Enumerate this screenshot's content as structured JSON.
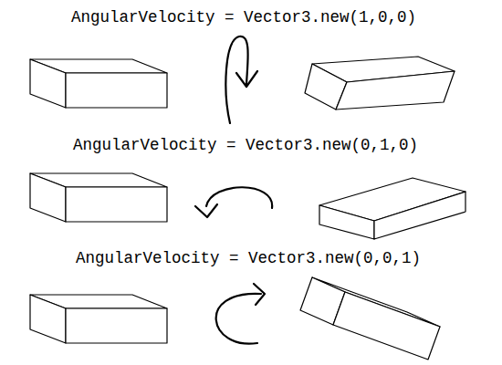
{
  "diagram": {
    "labels": [
      "AngularVelocity = Vector3.new(1,0,0)",
      "AngularVelocity = Vector3.new(0,1,0)",
      "AngularVelocity = Vector3.new(0,0,1)"
    ]
  }
}
